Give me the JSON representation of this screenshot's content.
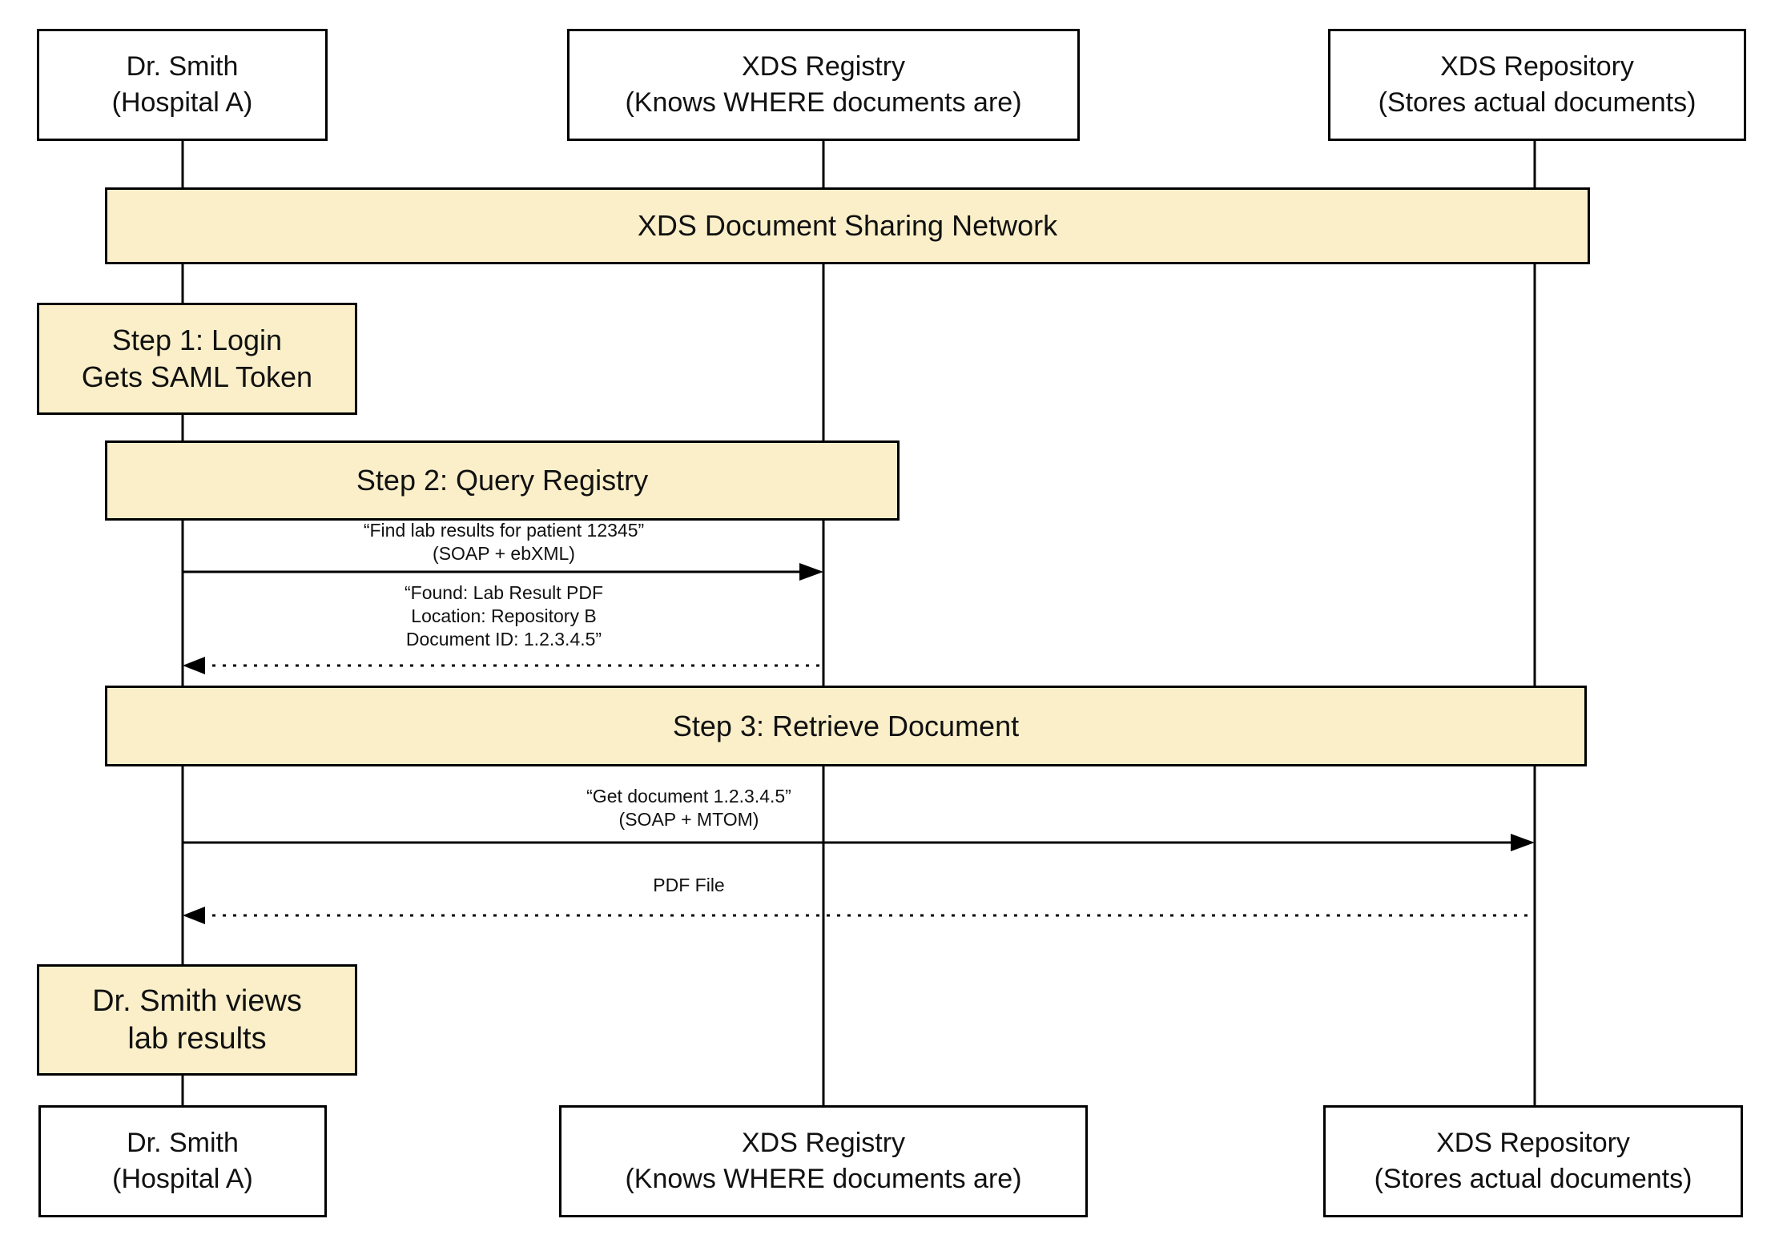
{
  "colors": {
    "background": "#FFFFFF",
    "actor_box_fill": "#FFFFFF",
    "note_fill": "#FAEFC9",
    "border_and_lines": "#000000",
    "text": "#111111"
  },
  "actors": [
    {
      "name": "Dr. Smith",
      "subtitle": "(Hospital A)"
    },
    {
      "name": "XDS Registry",
      "subtitle": "(Knows WHERE documents are)"
    },
    {
      "name": "XDS Repository",
      "subtitle": "(Stores actual documents)"
    }
  ],
  "network_band": {
    "label": "XDS Document Sharing Network"
  },
  "notes": {
    "step1": {
      "line1": "Step 1: Login",
      "line2": "Gets SAML Token"
    },
    "step2": {
      "label": "Step 2: Query Registry"
    },
    "step3": {
      "label": "Step 3: Retrieve Document"
    },
    "outcome": {
      "line1": "Dr. Smith views",
      "line2": "lab results"
    }
  },
  "messages": {
    "query": {
      "line1": "“Find lab results for patient 12345”",
      "line2": "(SOAP + ebXML)",
      "arrow": "solid, Dr. Smith to XDS Registry"
    },
    "query_response": {
      "line1": "“Found: Lab Result PDF",
      "line2": "Location: Repository B",
      "line3": "Document ID: 1.2.3.4.5”",
      "arrow": "dotted, XDS Registry to Dr. Smith"
    },
    "retrieve": {
      "line1": "“Get document 1.2.3.4.5”",
      "line2": "(SOAP + MTOM)",
      "arrow": "solid, Dr. Smith to XDS Repository"
    },
    "retrieve_response": {
      "line1": "PDF File",
      "arrow": "dotted, XDS Repository to Dr. Smith"
    }
  }
}
